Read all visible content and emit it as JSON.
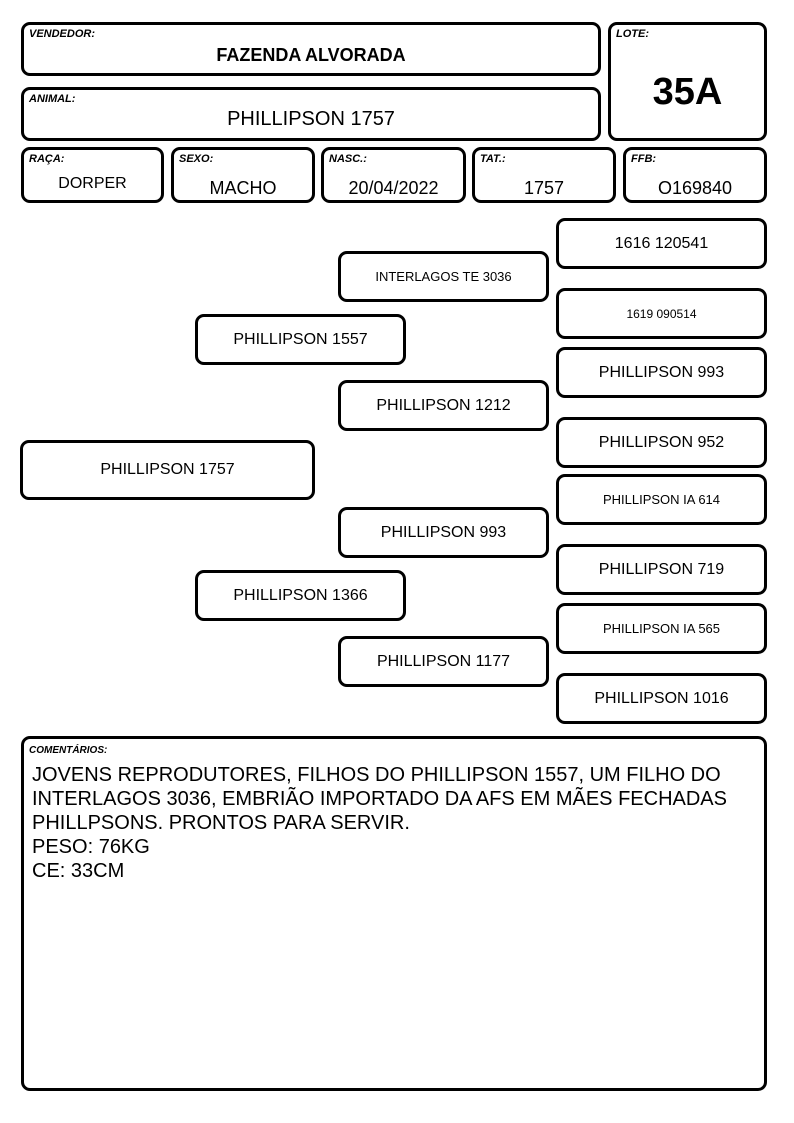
{
  "header": {
    "seller_label": "VENDEDOR:",
    "seller": "FAZENDA ALVORADA",
    "animal_label": "ANIMAL:",
    "animal": "PHILLIPSON 1757",
    "lot_label": "LOTE:",
    "lot": "35A"
  },
  "info": {
    "breed_label": "RAÇA:",
    "breed": "DORPER",
    "sex_label": "SEXO:",
    "sex": "MACHO",
    "birth_label": "NASC.:",
    "birth": "20/04/2022",
    "tattoo_label": "TAT.:",
    "tattoo": "1757",
    "ffb_label": "FFB:",
    "ffb": "O169840"
  },
  "pedigree": {
    "animal": "PHILLIPSON 1757",
    "sire": "PHILLIPSON 1557",
    "dam": "PHILLIPSON 1366",
    "sire_sire": "INTERLAGOS TE 3036",
    "sire_dam": "PHILLIPSON 1212",
    "dam_sire": "PHILLIPSON 993",
    "dam_dam": "PHILLIPSON 1177",
    "ggp": [
      "1616 120541",
      "1619 090514",
      "PHILLIPSON 993",
      "PHILLIPSON 952",
      "PHILLIPSON IA 614",
      "PHILLIPSON 719",
      "PHILLIPSON IA 565",
      "PHILLIPSON 1016"
    ]
  },
  "comments": {
    "label": "COMENTÁRIOS:",
    "lines": [
      "JOVENS REPRODUTORES, FILHOS DO PHILLIPSON 1557, UM FILHO DO",
      "INTERLAGOS 3036, EMBRIÃO IMPORTADO DA AFS EM MÃES FECHADAS",
      "PHILLPSONS. PRONTOS PARA SERVIR.",
      "PESO: 76KG",
      "CE: 33CM"
    ]
  }
}
